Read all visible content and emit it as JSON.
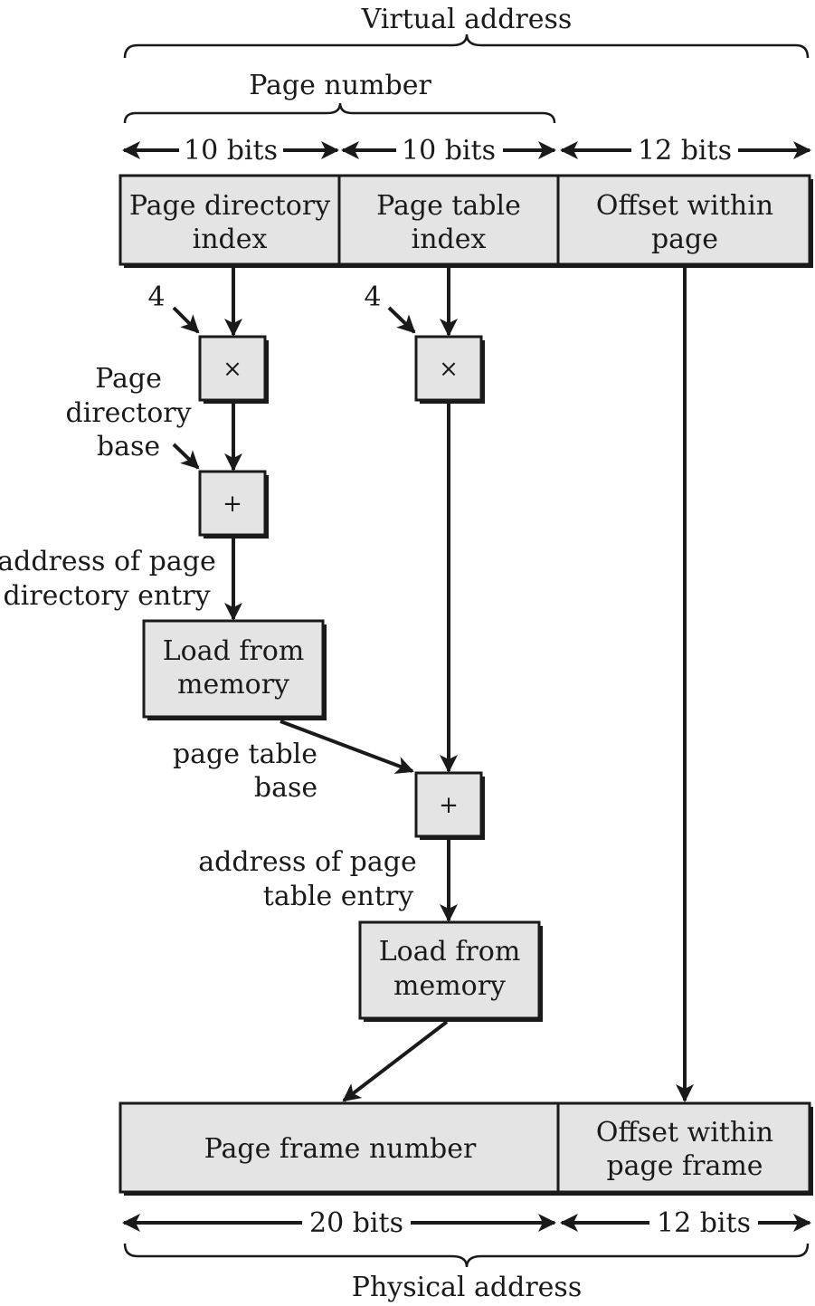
{
  "labels": {
    "virtual_address": "Virtual address",
    "page_number": "Page number",
    "bits_10a": "10 bits",
    "bits_10b": "10 bits",
    "bits_12_top": "12 bits",
    "field_page_directory_index": [
      "Page directory",
      "index"
    ],
    "field_page_table_index": [
      "Page table",
      "index"
    ],
    "field_offset_within_page": [
      "Offset within",
      "page"
    ],
    "multiplier_a": "4",
    "multiplier_b": "4",
    "multiply_op": "×",
    "add_op": "+",
    "page_directory_base": [
      "Page",
      "directory",
      "base"
    ],
    "address_of_page_directory_entry": [
      "address of page",
      "directory entry"
    ],
    "load_from_memory_a": [
      "Load from",
      "memory"
    ],
    "page_table_base": [
      "page table",
      "base"
    ],
    "address_of_page_table_entry": [
      "address of page",
      "table entry"
    ],
    "load_from_memory_b": [
      "Load from",
      "memory"
    ],
    "field_page_frame_number": "Page frame number",
    "field_offset_within_page_frame": [
      "Offset within",
      "page frame"
    ],
    "bits_20": "20 bits",
    "bits_12_bottom": "12 bits",
    "physical_address": "Physical address"
  }
}
